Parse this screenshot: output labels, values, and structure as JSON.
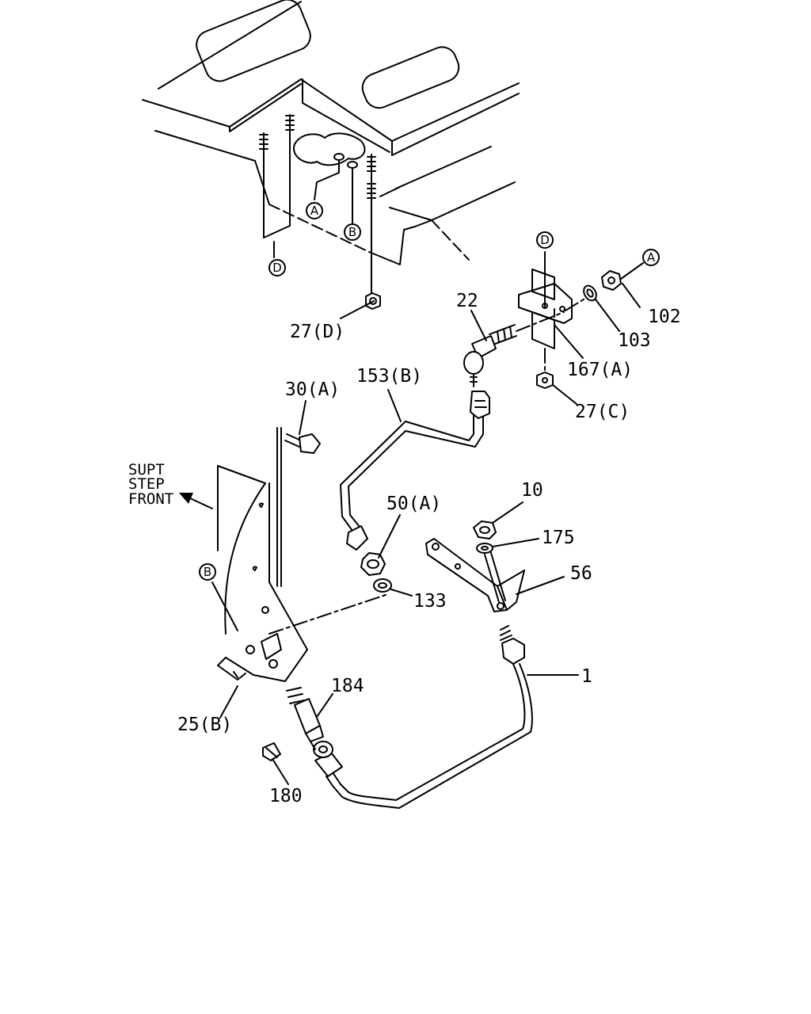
{
  "callouts": {
    "p1": "1",
    "p10": "10",
    "p22": "22",
    "p25b": "25(B)",
    "p27c": "27(C)",
    "p27d": "27(D)",
    "p30a": "30(A)",
    "p50a": "50(A)",
    "p56": "56",
    "p102": "102",
    "p103": "103",
    "p133": "133",
    "p153b": "153(B)",
    "p167a": "167(A)",
    "p175": "175",
    "p180": "180",
    "p184": "184"
  },
  "refs": {
    "a_top": "A",
    "b_top": "B",
    "d_top": "D",
    "d_bracket": "D",
    "a_right": "A",
    "b_left": "B"
  },
  "note": {
    "line1": "SUPT",
    "line2": "STEP",
    "line3": "FRONT"
  }
}
